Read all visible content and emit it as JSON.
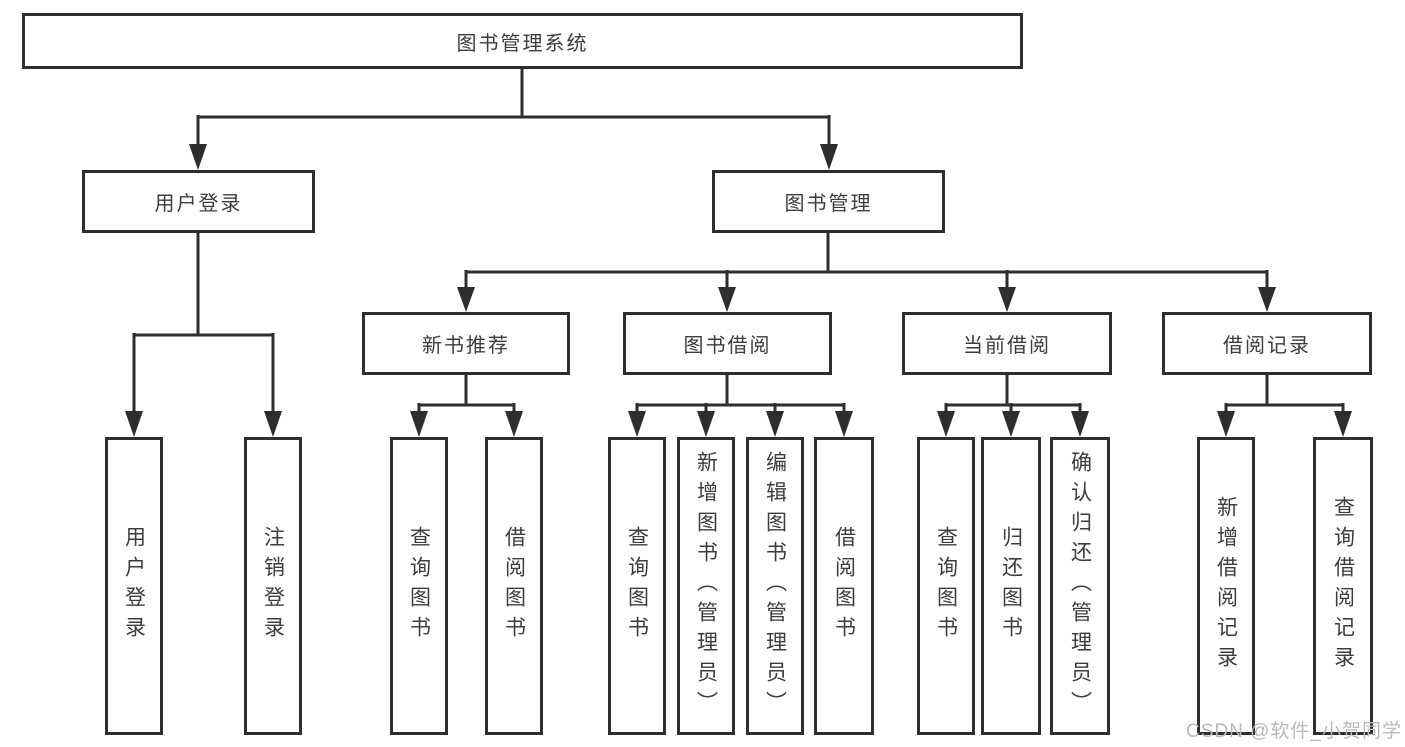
{
  "colors": {
    "line": "#2e2e2e",
    "text": "#3d3d3d",
    "watermark": "#b9b9b9",
    "background": "#ffffff"
  },
  "watermark": {
    "text": "CSDN @软件_小贺同学"
  },
  "tree": {
    "label": "图书管理系统",
    "children": [
      {
        "label": "用户登录",
        "children": [
          {
            "label": "用户登录"
          },
          {
            "label": "注销登录"
          }
        ]
      },
      {
        "label": "图书管理",
        "children": [
          {
            "label": "新书推荐",
            "children": [
              {
                "label": "查询图书"
              },
              {
                "label": "借阅图书"
              }
            ]
          },
          {
            "label": "图书借阅",
            "children": [
              {
                "label": "查询图书"
              },
              {
                "label": "新增图书（管理员）"
              },
              {
                "label": "编辑图书（管理员）"
              },
              {
                "label": "借阅图书"
              }
            ]
          },
          {
            "label": "当前借阅",
            "children": [
              {
                "label": "查询图书"
              },
              {
                "label": "归还图书"
              },
              {
                "label": "确认归还（管理员）"
              }
            ]
          },
          {
            "label": "借阅记录",
            "children": [
              {
                "label": "新增借阅记录"
              },
              {
                "label": "查询借阅记录"
              }
            ]
          }
        ]
      }
    ]
  }
}
